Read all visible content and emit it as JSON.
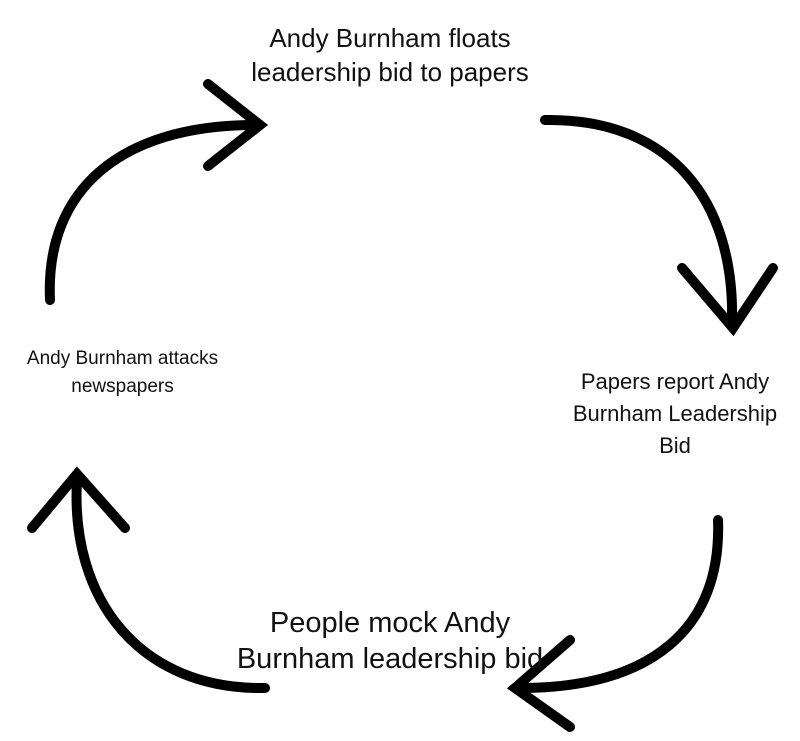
{
  "cycle": {
    "steps": [
      {
        "text": "Andy Burnham floats leadership bid to papers"
      },
      {
        "text": "Papers report Andy Burnham Leadership Bid"
      },
      {
        "text": "People mock Andy Burnham leadership bid"
      },
      {
        "text": "Andy Burnham attacks newspapers"
      }
    ],
    "arrow_color": "#000000"
  }
}
